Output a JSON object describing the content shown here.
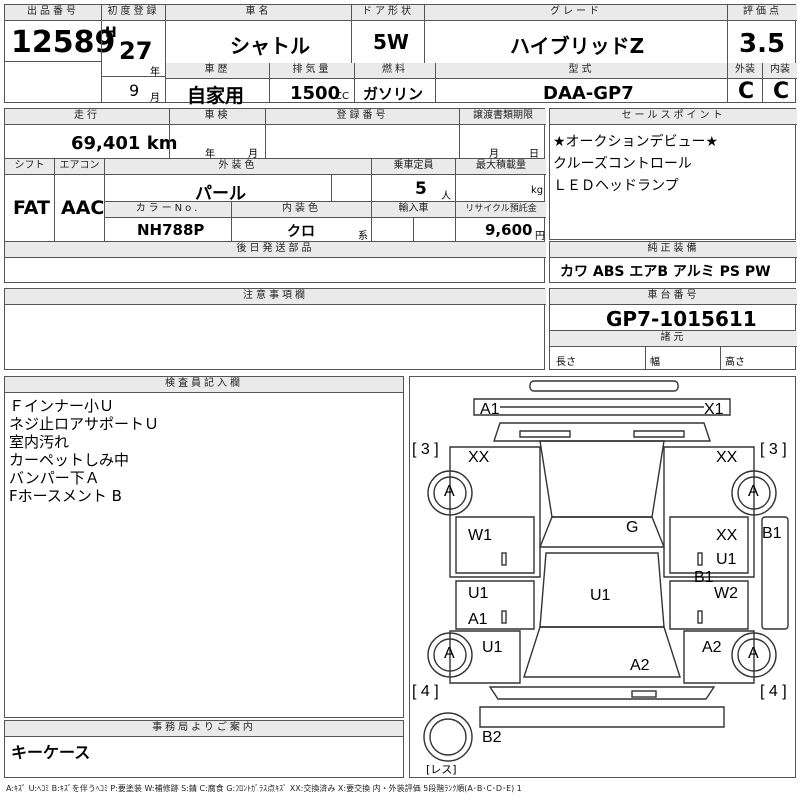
{
  "header": {
    "lot_label": "出品番号",
    "lot": "12589",
    "first_reg_label": "初度登録",
    "era": "H",
    "year": "27",
    "year_unit": "年",
    "month": "9",
    "month_unit": "月",
    "name_label": "車名",
    "name": "シャトル",
    "door_label": "ドア形状",
    "door": "5W",
    "grade_label": "グレード",
    "grade": "ハイブリッドZ",
    "score_label": "評価点",
    "score": "3.5",
    "history_label": "車歴",
    "history": "自家用",
    "cc_label": "排気量",
    "cc": "1500",
    "cc_unit": "CC",
    "fuel_label": "燃料",
    "fuel": "ガソリン",
    "model_label": "型式",
    "model": "DAA-GP7",
    "ext_label": "外装",
    "ext": "C",
    "int_label": "内装",
    "int": "C"
  },
  "row2": {
    "mileage_label": "走行",
    "mileage": "69,401 km",
    "inspection_label": "車検",
    "year_unit": "年",
    "month_unit": "月",
    "plate_label": "登録番号",
    "transfer_label": "譲渡書類期限",
    "transfer_month": "月",
    "transfer_day": "日",
    "shift_label": "シフト",
    "shift": "FAT",
    "ac_label": "エアコン",
    "ac": "AAC",
    "ext_color_label": "外装色",
    "ext_color": "パール",
    "seats_label": "乗車定員",
    "seats": "5",
    "seats_unit": "人",
    "load_label": "最大積載量",
    "load_unit": "kg",
    "color_no_label": "カラーNo.",
    "color_no": "NH788P",
    "int_color_label": "内装色",
    "int_color": "クロ",
    "int_color_unit": "系",
    "import_label": "輸入車",
    "recycle_label": "リサイクル預託金",
    "recycle": "9,600",
    "recycle_unit": "円",
    "later_label": "後日発送部品"
  },
  "sales": {
    "label": "セールスポイント",
    "lines": [
      "★オークションデビュー★",
      "クルーズコントロール",
      "ＬＥＤヘッドランプ"
    ]
  },
  "equipment": {
    "label": "純正装備",
    "items": "カワ ABS エアB アルミ PS PW"
  },
  "notes": {
    "label": "注意事項欄"
  },
  "chassis": {
    "label": "車台番号",
    "value": "GP7-1015611",
    "spec_label": "諸元",
    "length": "長さ",
    "width": "幅",
    "height": "高さ"
  },
  "inspector": {
    "label": "検査員記入欄",
    "lines": [
      "Ｆインナー小Ｕ",
      "ネジ止ロアサポートＵ",
      "室内汚れ",
      "カーペットしみ中",
      "バンパー下Ａ",
      "Fホースメント B"
    ]
  },
  "office": {
    "label": "事務局よりご案内",
    "text": "キーケース"
  },
  "diagram": {
    "marks": {
      "a1_top": "A1",
      "x1_top": "X1",
      "q3_left": "[ 3 ]",
      "q3_right": "[ 3 ]",
      "xx_left": "XX",
      "xx_right": "XX",
      "a_fl": "A",
      "a_fr": "A",
      "w1": "W1",
      "g": "G",
      "xx_rdoor": "XX",
      "b1_right": "B1",
      "u1_rdoor": "U1",
      "b1_mid": "B1",
      "u1_left": "U1",
      "u1_center": "U1",
      "w2": "W2",
      "a1_left": "A1",
      "a_rl": "A",
      "u1_rl": "U1",
      "a2_center": "A2",
      "a2_right": "A2",
      "a_rr": "A",
      "q4_left": "[ 4 ]",
      "q4_right": "[ 4 ]",
      "b2": "B2",
      "spare": "[レス]"
    }
  },
  "legend": "A:ｷｽﾞ U:ﾍｺﾐ B:ｷｽﾞを伴うﾍｺﾐ P:要塗装 W:補修跡 S:錆 C:腐食 G:ﾌﾛﾝﾄｶﾞﾗｽ点ｷｽﾞ XX:交換済み X:要交換 内・外装評価 5段階ﾗﾝｸ順(A･B･C･D･E) 1"
}
